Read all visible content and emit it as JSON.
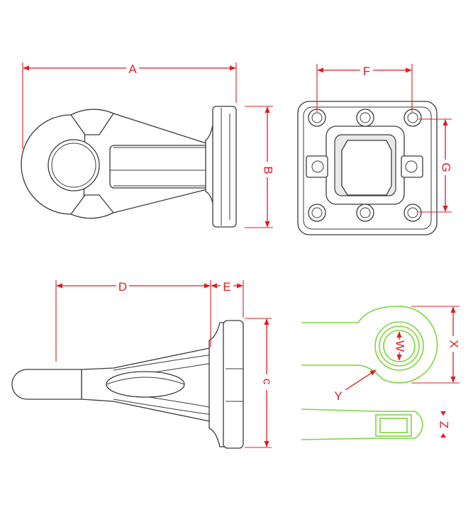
{
  "dimensions": {
    "A": "A",
    "B": "B",
    "F": "F",
    "G": "G",
    "D": "D",
    "E": "E",
    "C": "c",
    "W": "W",
    "X": "X",
    "Y": "Y",
    "Z": "Z"
  },
  "colors": {
    "outline": "#3a3a3a",
    "dimension": "#e01c24",
    "detail": "#7dd63c"
  }
}
